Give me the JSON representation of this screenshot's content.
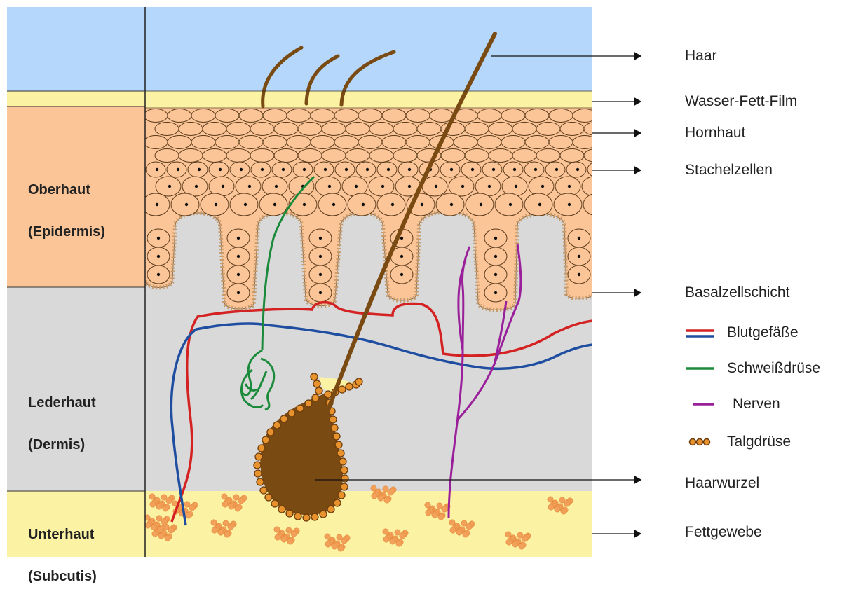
{
  "layers": [
    {
      "name": "Oberhaut",
      "latin": "(Epidermis)",
      "color": "#fbc597"
    },
    {
      "name": "Lederhaut",
      "latin": "(Dermis)",
      "color": "#d9d9d9"
    },
    {
      "name": "Unterhaut",
      "latin": "(Subcutis)",
      "color": "#fbf2a3"
    }
  ],
  "callouts": {
    "haar": "Haar",
    "film": "Wasser-Fett-Film",
    "hornhaut": "Hornhaut",
    "stachelzellen": "Stachelzellen",
    "basalzellschicht": "Basalzellschicht",
    "haarwurzel": "Haarwurzel",
    "fettgewebe": "Fettgewebe"
  },
  "legend": {
    "blood": "Blutgefäße",
    "sweat": "Schweißdrüse",
    "nerves": "Nerven",
    "sebaceous": "Talgdrüse"
  },
  "colors": {
    "sky": "#b4d7fb",
    "film": "#fbf2a3",
    "epidermis": "#fbc597",
    "dermis": "#d9d9d9",
    "subcutis": "#fbf2a3",
    "hair": "#7a4a13",
    "artery": "#d42222",
    "vein": "#1f4ea0",
    "sweat_gland": "#1b8a3a",
    "nerve": "#9a1f9a",
    "fat": "#f2a15a",
    "sebaceous_bead": "#e8922e"
  }
}
